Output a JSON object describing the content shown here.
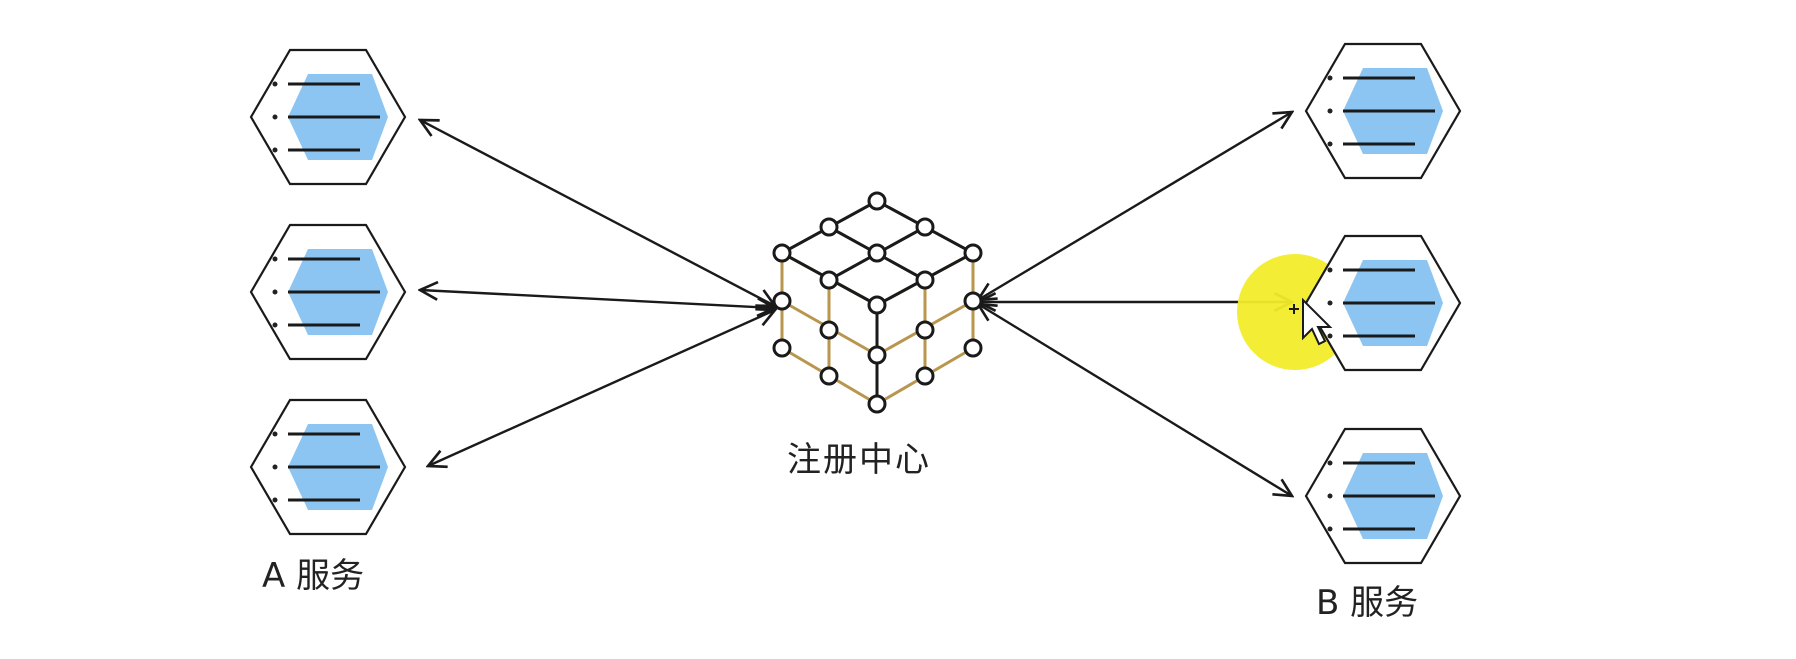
{
  "diagram": {
    "center_label": "注册中心",
    "group_a_label": "A 服务",
    "group_b_label": "B 服务",
    "colors": {
      "service_fill": "#8cc4f2",
      "line_color": "#1a1a1a",
      "cube_edge": "#b8964e",
      "cursor_highlight": "#f2ec2a"
    },
    "icons": {
      "service": "service-hexagon-icon",
      "registry": "registry-cube-icon",
      "cursor": "mouse-pointer-icon"
    }
  }
}
